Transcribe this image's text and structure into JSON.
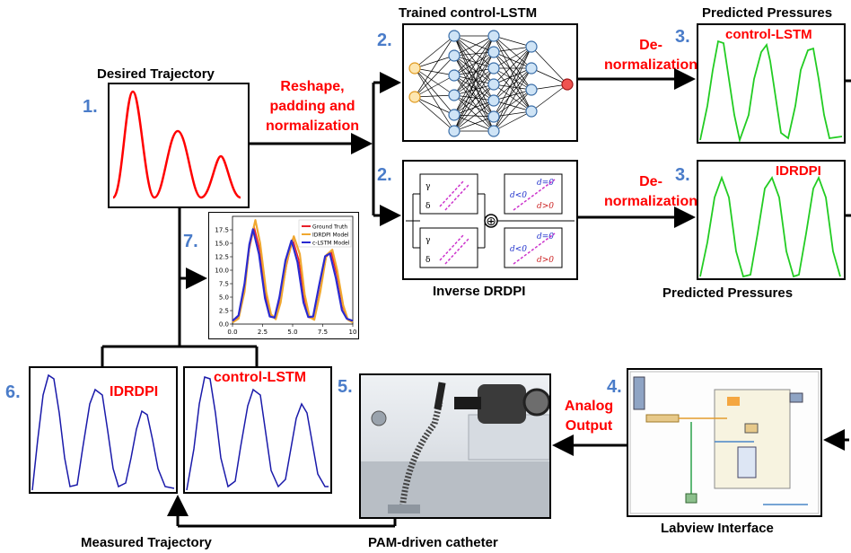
{
  "colors": {
    "desired": "#ff0000",
    "pressure": "#22cc22",
    "measured": "#1a1aaa",
    "accent_red": "#ff0000",
    "step_number": "#4a7cc9",
    "ground_truth": "#e8202a",
    "idrdpi_model": "#f0a830",
    "clstm_model": "#2a2ad0"
  },
  "steps": {
    "s1": "1.",
    "s2a": "2.",
    "s2b": "2.",
    "s3a": "3.",
    "s3b": "3.",
    "s4": "4.",
    "s5": "5.",
    "s6": "6.",
    "s7": "7."
  },
  "labels": {
    "desired_trajectory": "Desired Trajectory",
    "reshape_1": "Reshape,",
    "reshape_2": "padding and",
    "reshape_3": "normalization",
    "trained_lstm": "Trained control-LSTM",
    "inverse_drdpi": "Inverse DRDPI",
    "denorm_top_1": "De-",
    "denorm_top_2": "normalization",
    "denorm_bot_1": "De-",
    "denorm_bot_2": "normalization",
    "predicted_top": "Predicted Pressures",
    "predicted_bottom": "Predicted Pressures",
    "control_lstm_top": "control-LSTM",
    "idrdpi_right": "IDRDPI",
    "labview": "Labview Interface",
    "analog_1": "Analog",
    "analog_2": "Output",
    "pam_catheter": "PAM-driven catheter",
    "measured_trajectory": "Measured Trajectory",
    "idrdpi_measured": "IDRDPI",
    "control_lstm_measured": "control-LSTM"
  },
  "drdpi_block": {
    "glyph_gamma": "γ",
    "glyph_delta": "δ",
    "d_eq": "d=0",
    "d_lt": "d<0",
    "d_gt": "d>0",
    "sum_symbol": "⊕"
  },
  "chart_data": {
    "type": "line",
    "legend_position": "top-right",
    "xlim": [
      0,
      10
    ],
    "ylim": [
      0,
      20
    ],
    "x_ticks": [
      "0.0",
      "2.5",
      "5.0",
      "7.5",
      "10"
    ],
    "y_ticks": [
      "0.0",
      "2.5",
      "5.0",
      "7.5",
      "10.0",
      "12.5",
      "15.0",
      "17.5"
    ],
    "series": [
      {
        "name": "Ground Truth",
        "color": "#e8202a",
        "x": [
          0.0,
          0.5,
          1.0,
          1.4,
          1.8,
          2.3,
          2.8,
          3.2,
          3.6,
          4.0,
          4.5,
          5.0,
          5.5,
          6.0,
          6.4,
          6.8,
          7.3,
          7.8,
          8.2,
          8.7,
          9.2,
          9.6,
          10.0
        ],
        "y": [
          0.4,
          1.2,
          6.5,
          14.0,
          18.0,
          13.5,
          5.0,
          1.5,
          1.0,
          4.5,
          11.0,
          15.8,
          12.0,
          4.5,
          1.2,
          1.0,
          6.5,
          12.5,
          13.4,
          9.0,
          3.0,
          0.8,
          0.4
        ]
      },
      {
        "name": "IDRDPI Model",
        "color": "#f0a830",
        "x": [
          0.0,
          0.5,
          1.0,
          1.4,
          1.9,
          2.3,
          2.8,
          3.2,
          3.6,
          4.0,
          4.5,
          5.1,
          5.6,
          6.0,
          6.4,
          6.8,
          7.3,
          7.8,
          8.3,
          8.7,
          9.2,
          9.6,
          10.0
        ],
        "y": [
          0.3,
          1.0,
          6.0,
          14.5,
          19.3,
          15.0,
          6.0,
          1.8,
          0.9,
          4.0,
          11.5,
          16.3,
          13.0,
          5.5,
          1.3,
          0.8,
          6.0,
          12.8,
          13.8,
          10.0,
          3.5,
          0.8,
          0.3
        ]
      },
      {
        "name": "c-LSTM Model",
        "color": "#2a2ad0",
        "x": [
          0.0,
          0.5,
          1.0,
          1.4,
          1.7,
          2.2,
          2.7,
          3.1,
          3.5,
          3.9,
          4.4,
          4.9,
          5.4,
          5.9,
          6.3,
          6.7,
          7.2,
          7.7,
          8.1,
          8.6,
          9.1,
          9.5,
          10.0
        ],
        "y": [
          0.6,
          1.6,
          7.5,
          14.8,
          17.6,
          13.0,
          4.8,
          1.4,
          1.2,
          5.0,
          11.8,
          15.5,
          11.5,
          4.0,
          1.3,
          1.4,
          7.2,
          12.6,
          13.1,
          8.5,
          2.6,
          1.0,
          0.6
        ]
      }
    ]
  }
}
